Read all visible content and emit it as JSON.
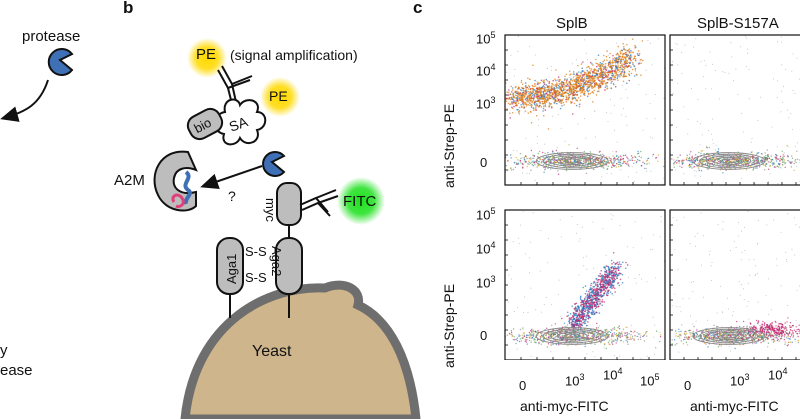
{
  "panel_a": {
    "protease_label": "protease",
    "bottom_fragment_1": "y",
    "bottom_fragment_2": "ease"
  },
  "panel_b": {
    "letter": "b",
    "pe_label": "PE",
    "signal_amp": "(signal amplification)",
    "sa_label": "SA",
    "bio_label": "bio",
    "a2m_label": "A2M",
    "question": "?",
    "myc_label": "myc",
    "fitc_label": "FITC",
    "aga1_label": "Aga1",
    "aga2_label": "Aga2",
    "ss_bond": "S-S",
    "yeast_label": "Yeast"
  },
  "panel_c": {
    "letter": "c",
    "col_titles": [
      "SplB",
      "SplB-S157A"
    ],
    "ylabel": "anti-Strep-PE",
    "xlabel": "anti-myc-FITC",
    "y_ticks": {
      "base": "10",
      "exps": [
        "5",
        "4",
        "3"
      ],
      "zero": "0"
    },
    "x_ticks": {
      "zero": "0",
      "base": "10",
      "exps": [
        "3",
        "4",
        "5"
      ]
    }
  },
  "colors": {
    "protease_blue": "#3f6fb5",
    "pe_yellow": "#f5c400",
    "fitc_green": "#22cc22",
    "yeast_tan": "#cfb58c",
    "cell_wall": "#6e6e6e",
    "protein_grey": "#bdbdbd",
    "bait_pink": "#e0407a",
    "scatter_orange": "#e07a10",
    "scatter_grey": "#8a8a8a",
    "scatter_magenta": "#c0206a",
    "scatter_blue": "#2a7ac0"
  }
}
